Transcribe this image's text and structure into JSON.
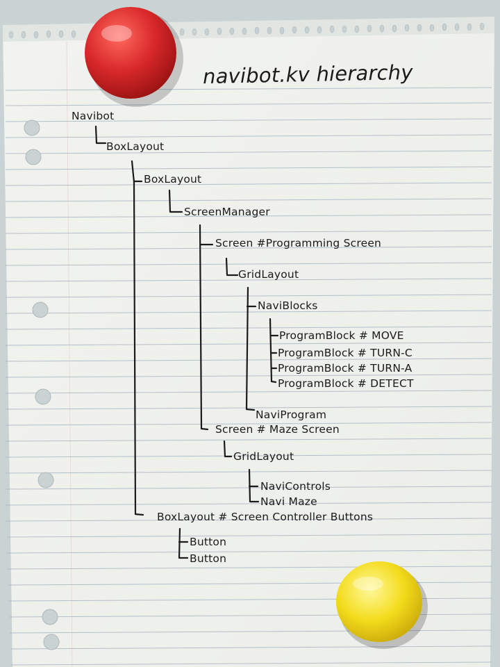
{
  "title": "navibot.kv  hierarchy",
  "nodes": {
    "navibot": "Navibot",
    "boxlayout_root": "BoxLayout",
    "boxlayout_inner": "BoxLayout",
    "screenmanager": "ScreenManager",
    "screen_programming": "Screen #Programming Screen",
    "gridlayout_programming": "GridLayout",
    "naviblocks": "NaviBlocks",
    "programblock_move": "ProgramBlock # MOVE",
    "programblock_turn_c": "ProgramBlock # TURN-C",
    "programblock_turn_a": "ProgramBlock # TURN-A",
    "programblock_detect": "ProgramBlock # DETECT",
    "naviprogram": "NaviProgram",
    "screen_maze": "Screen # Maze Screen",
    "gridlayout_maze": "GridLayout",
    "navicontrols": "NaviControls",
    "navimaze": "Navi Maze",
    "boxlayout_buttons": "BoxLayout # Screen Controller Buttons",
    "button_1": "Button",
    "button_2": "Button"
  },
  "colors": {
    "wall": "#c9d3d3",
    "paper": "#f3f4f1",
    "rule_line": "#a9b6c4",
    "ink": "#1b1b1b",
    "magnet_red": "#d8282a",
    "magnet_yellow": "#f3dc1c"
  },
  "icons": [
    "punch-hole",
    "spiral-tear-hole",
    "red-magnet",
    "yellow-magnet"
  ]
}
